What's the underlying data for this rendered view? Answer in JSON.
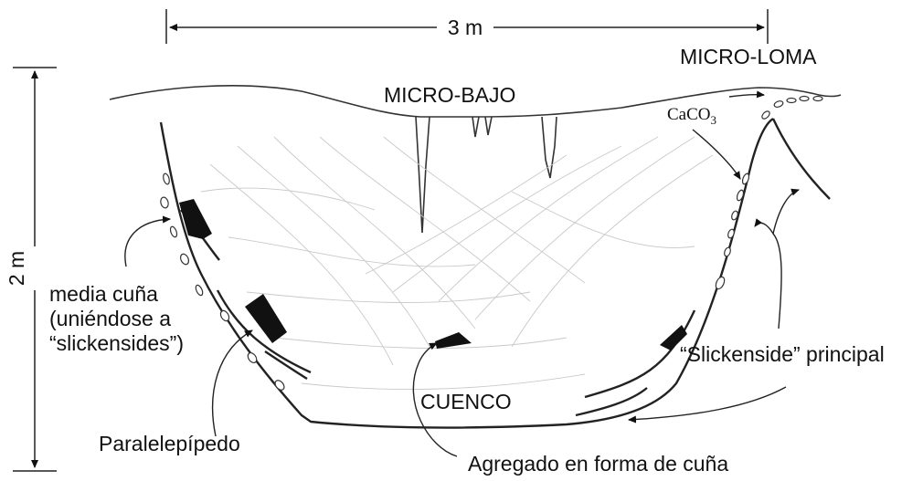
{
  "labels": {
    "width_dim": "3 m",
    "height_dim": "2 m",
    "micro_bajo": "MICRO-BAJO",
    "micro_loma": "MICRO-LOMA",
    "caco3_main": "CaCO",
    "caco3_sub": "3",
    "media_cuna_line1": "media cuña",
    "media_cuna_line2": "(uniéndose a",
    "media_cuna_line3": "“slickensides”)",
    "slickenside_principal": "“Slickenside” principal",
    "cuenco": "CUENCO",
    "paralelepipedo": "Paralelepípedo",
    "agregado": "Agregado en forma de cuña"
  }
}
